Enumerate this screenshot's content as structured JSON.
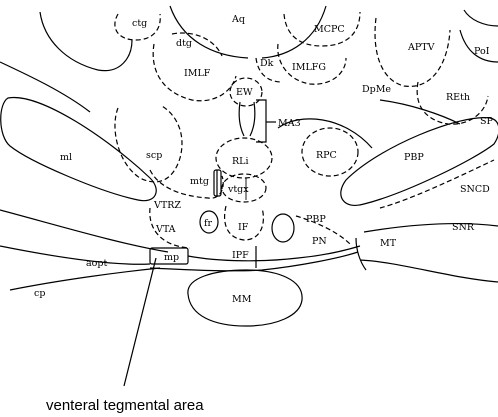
{
  "diagram": {
    "labels": {
      "aq": "Aq",
      "ctg": "ctg",
      "dtg": "dtg",
      "mcpc": "MCPC",
      "aptv": "APTV",
      "poi": "PoI",
      "imlf": "IMLF",
      "dk": "Dk",
      "imlfg": "IMLFG",
      "dpme": "DpMe",
      "reth": "REth",
      "sp": "SP",
      "emw": "EW",
      "ma3": "MA3",
      "ml": "ml",
      "scp": "scp",
      "rli": "RLi",
      "vtgx": "vtgx",
      "rpc": "RPC",
      "pbp_top": "PBP",
      "sncd": "SNCD",
      "mtg": "mtg",
      "vtrz": "VTRZ",
      "snr": "SNR",
      "vta": "VTA",
      "fr": "fr",
      "if": "IF",
      "pbp": "PBP",
      "pn": "PN",
      "mt": "MT",
      "aopt": "aopt",
      "mp": "mp",
      "ipf": "IPF",
      "cp": "cp",
      "mm": "MM"
    },
    "annotation": "venteral tegmental area"
  }
}
